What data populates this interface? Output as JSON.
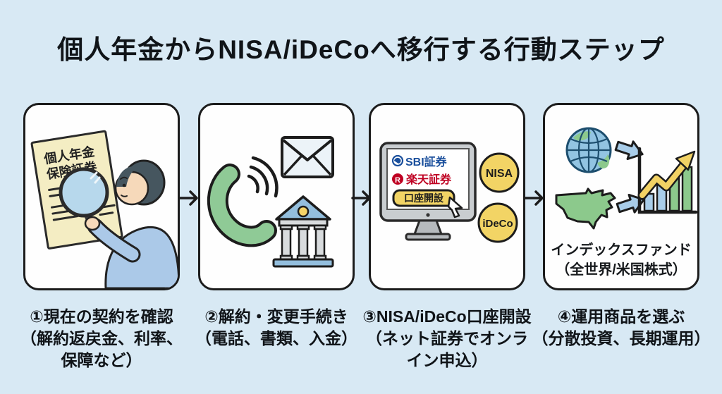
{
  "title": "個人年金からNISA/iDeCoへ移行する行動ステップ",
  "background_color": "#d8e9f4",
  "accent_colors": {
    "outline": "#1c1c1c",
    "panel_bg": "#fefefe",
    "document_cream": "#f4edc3",
    "lens_blue": "#b7d8ec",
    "phone_green": "#8fca96",
    "bank_blue": "#93bedd",
    "badge_yellow": "#f2d465",
    "sbi_blue": "#1a4f9c",
    "rakuten_red": "#bf0022",
    "chart_blue": "#a9cde9",
    "chart_green": "#8cc98c"
  },
  "steps": [
    {
      "caption_lines": [
        "①現在の契約を確認",
        "（解約返戻金、利率、",
        "保障など）"
      ],
      "illustration": {
        "icons": [
          "pension-certificate-document",
          "magnifying-glass-icon",
          "person-illustration"
        ],
        "document_lines": [
          "個人年金",
          "保険証券"
        ]
      }
    },
    {
      "caption_lines": [
        "②解約・変更手続き",
        "（電話、書類、入金）"
      ],
      "illustration": {
        "icons": [
          "phone-icon",
          "sound-waves-icon",
          "envelope-icon",
          "bank-icon"
        ]
      }
    },
    {
      "caption_lines": [
        "③NISA/iDeCo口座開設",
        "（ネット証券でオンラ",
        "イン申込）"
      ],
      "illustration": {
        "icons": [
          "computer-monitor-icon",
          "sbi-logo-icon",
          "rakuten-logo-icon",
          "cursor-icon",
          "nisa-badge",
          "ideco-badge"
        ],
        "broker1": "SBI証券",
        "broker2": "楽天証券",
        "rakuten_logo_letter": "R",
        "button_label": "口座開設",
        "badge_nisa": "NISA",
        "badge_ideco": "iDeCo"
      }
    },
    {
      "caption_lines": [
        "④運用商品を選ぶ",
        "（分散投資、長期運用）"
      ],
      "illustration": {
        "icons": [
          "globe-icon",
          "us-map-icon",
          "blue-arrow-icon",
          "bar-chart-icon",
          "growth-arrow-icon"
        ],
        "label_lines": [
          "インデックスファンド",
          "（全世界/米国株式）"
        ]
      }
    }
  ]
}
